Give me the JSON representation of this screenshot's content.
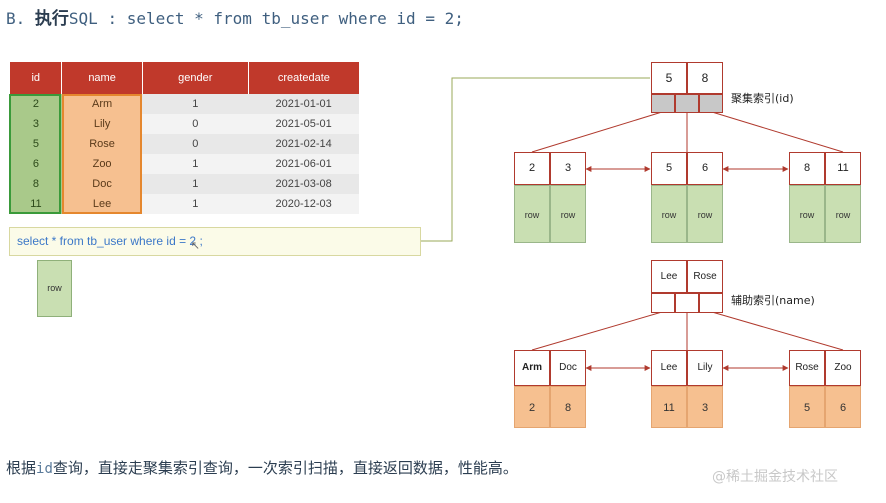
{
  "heading": {
    "prefix": "B. ",
    "bold": "执行",
    "sql": "SQL : select * from tb_user where id = 2;"
  },
  "table": {
    "headers": [
      "id",
      "name",
      "gender",
      "createdate"
    ],
    "rows": [
      [
        "2",
        "Arm",
        "1",
        "2021-01-01"
      ],
      [
        "3",
        "Lily",
        "0",
        "2021-05-01"
      ],
      [
        "5",
        "Rose",
        "0",
        "2021-02-14"
      ],
      [
        "6",
        "Zoo",
        "1",
        "2021-06-01"
      ],
      [
        "8",
        "Doc",
        "1",
        "2021-03-08"
      ],
      [
        "11",
        "Lee",
        "1",
        "2020-12-03"
      ]
    ]
  },
  "query": {
    "before": "select * from tb_user where id = ",
    "value": "2",
    "after": " ;"
  },
  "result_row": "row",
  "clustered": {
    "label": "聚集索引(id)",
    "root": [
      "5",
      "8"
    ],
    "leaves": [
      {
        "keys": [
          "2",
          "3"
        ],
        "rows": [
          "row",
          "row"
        ]
      },
      {
        "keys": [
          "5",
          "6"
        ],
        "rows": [
          "row",
          "row"
        ]
      },
      {
        "keys": [
          "8",
          "11"
        ],
        "rows": [
          "row",
          "row"
        ]
      }
    ]
  },
  "secondary": {
    "label": "辅助索引(name)",
    "root": [
      "Lee",
      "Rose"
    ],
    "leaves": [
      {
        "keys": [
          "Arm",
          "Doc"
        ],
        "ids": [
          "2",
          "8"
        ]
      },
      {
        "keys": [
          "Lee",
          "Lily"
        ],
        "ids": [
          "11",
          "3"
        ]
      },
      {
        "keys": [
          "Rose",
          "Zoo"
        ],
        "ids": [
          "5",
          "6"
        ]
      }
    ]
  },
  "footer": {
    "part1": "根据",
    "mono": "id",
    "part2": "查询，直接走聚集索引查询，一次索引扫描，直接返回数据，性能高。"
  },
  "watermark": "@稀土掘金技术社区",
  "colors": {
    "header_red": "#c0392b",
    "id_green": "#a9c98a",
    "name_orange": "#f6c090",
    "node_border": "#b03a2e"
  }
}
